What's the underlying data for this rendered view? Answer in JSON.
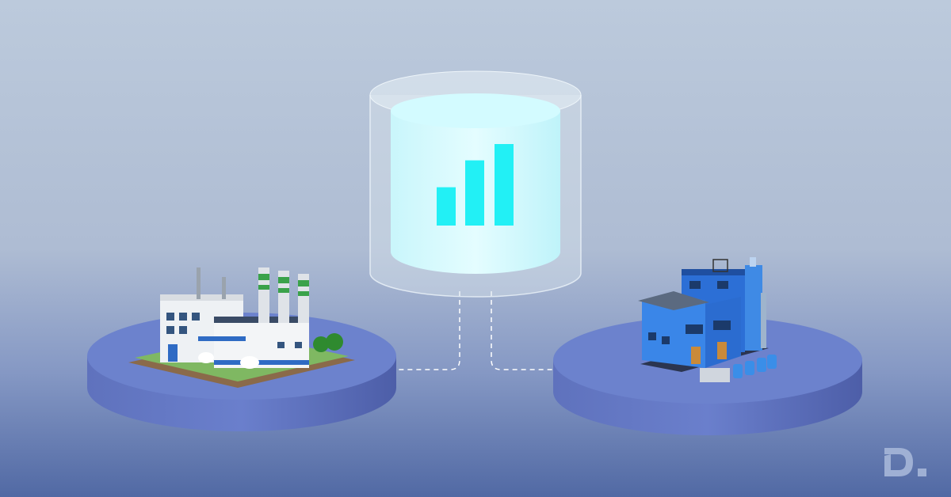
{
  "logo": {
    "text": "D."
  },
  "colors": {
    "background_top": "#b8c7da",
    "background_bottom": "#5670a8",
    "platform": "#6a80c8",
    "bars": "#22f0f5",
    "cylinder": "#dffcff"
  },
  "nodes": [
    {
      "id": "source-factory-left",
      "icon": "factory-white-icon"
    },
    {
      "id": "data-warehouse",
      "icon": "bar-chart-icon"
    },
    {
      "id": "source-factory-right",
      "icon": "factory-blue-icon"
    }
  ],
  "bar_levels": [
    0.47,
    0.8,
    1.0
  ]
}
